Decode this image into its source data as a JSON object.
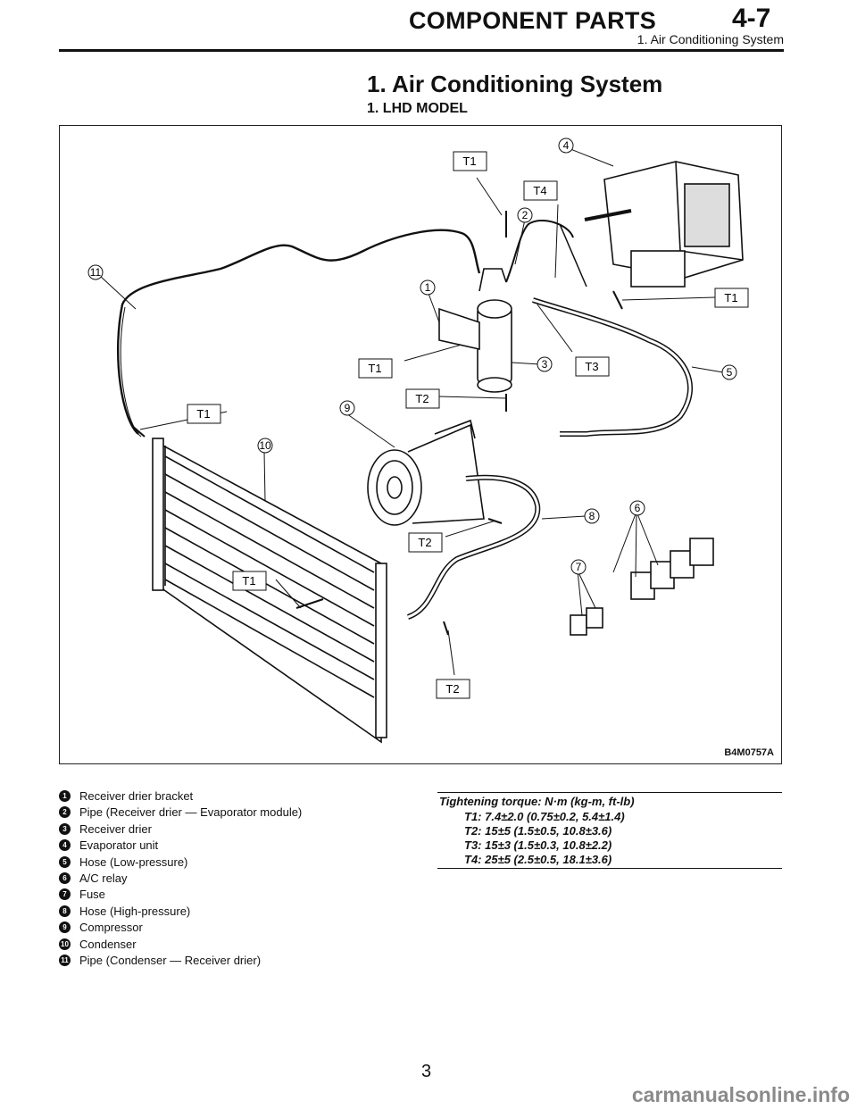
{
  "header": {
    "section_title": "COMPONENT PARTS",
    "chapter": "4-7",
    "subsection": "1. Air Conditioning System"
  },
  "main_title": "1. Air Conditioning System",
  "sub_title": "1. LHD MODEL",
  "figure": {
    "code": "B4M0757A",
    "callouts": [
      "1",
      "2",
      "3",
      "4",
      "5",
      "6",
      "7",
      "8",
      "9",
      "10",
      "11"
    ],
    "torque_boxes": [
      "T1",
      "T4",
      "T1",
      "T3",
      "T1",
      "T2",
      "T1",
      "T2",
      "T1",
      "T2"
    ]
  },
  "legend": [
    {
      "num": "1",
      "text": "Receiver drier bracket"
    },
    {
      "num": "2",
      "text": "Pipe (Receiver drier — Evaporator module)"
    },
    {
      "num": "3",
      "text": "Receiver drier"
    },
    {
      "num": "4",
      "text": "Evaporator unit"
    },
    {
      "num": "5",
      "text": "Hose (Low-pressure)"
    },
    {
      "num": "6",
      "text": "A/C relay"
    },
    {
      "num": "7",
      "text": "Fuse"
    },
    {
      "num": "8",
      "text": "Hose (High-pressure)"
    },
    {
      "num": "9",
      "text": "Compressor"
    },
    {
      "num": "10",
      "text": "Condenser"
    },
    {
      "num": "11",
      "text": "Pipe (Condenser — Receiver drier)"
    }
  ],
  "torque": {
    "heading": "Tightening torque: N·m (kg-m, ft-lb)",
    "values": [
      "T1: 7.4±2.0 (0.75±0.2, 5.4±1.4)",
      "T2: 15±5 (1.5±0.5, 10.8±3.6)",
      "T3: 15±3 (1.5±0.3, 10.8±2.2)",
      "T4: 25±5 (2.5±0.5, 18.1±3.6)"
    ]
  },
  "page_number": "3",
  "watermark": "carmanualsonline.info"
}
